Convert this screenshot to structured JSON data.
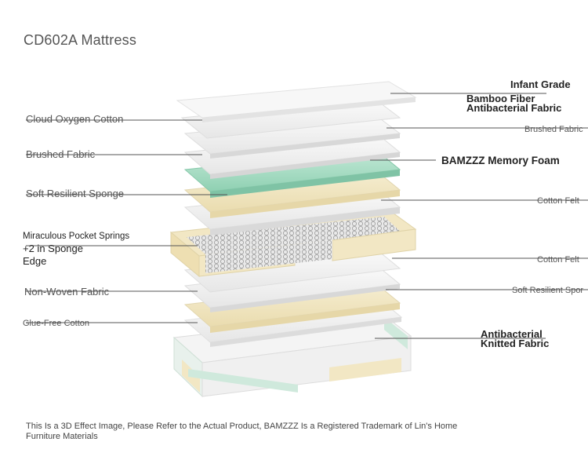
{
  "title": "CD602A Mattress",
  "labels": {
    "infant_grade_1": "Infant Grade",
    "infant_grade_2": "Bamboo Fiber",
    "infant_grade_3": "Antibacterial Fabric",
    "cloud_oxygen_cotton": "Cloud Oxygen Cotton",
    "brushed_fabric_right": "Brushed Fabric",
    "brushed_fabric_left": "Brushed Fabric",
    "memory_foam": "BAMZZZ Memory Foam",
    "soft_resilient_sponge_left": "Soft Resilient Sponge",
    "cotton_felt_1": "Cotton Felt",
    "pocket_springs_1": "Miraculous Pocket Springs",
    "pocket_springs_2": "+2 in Sponge",
    "pocket_springs_3": "Edge",
    "cotton_felt_2": "Cotton Felt",
    "non_woven_fabric": "Non-Woven Fabric",
    "soft_resilient_sponge_right": "Soft Resilient Spor",
    "glue_free_cotton": "Glue-Free Cotton",
    "antibacterial_1": "Antibacterial",
    "antibacterial_2": "Knitted Fabric"
  },
  "footer": "This Is a 3D Effect Image, Please Refer to the Actual Product, BAMZZZ Is a Registered Trademark of Lin's Home Furniture Materials",
  "colors": {
    "memory_foam": "#a8dcc4",
    "sponge": "#f2e7c4",
    "fabric": "#efefef",
    "leader_line": "#555555"
  }
}
